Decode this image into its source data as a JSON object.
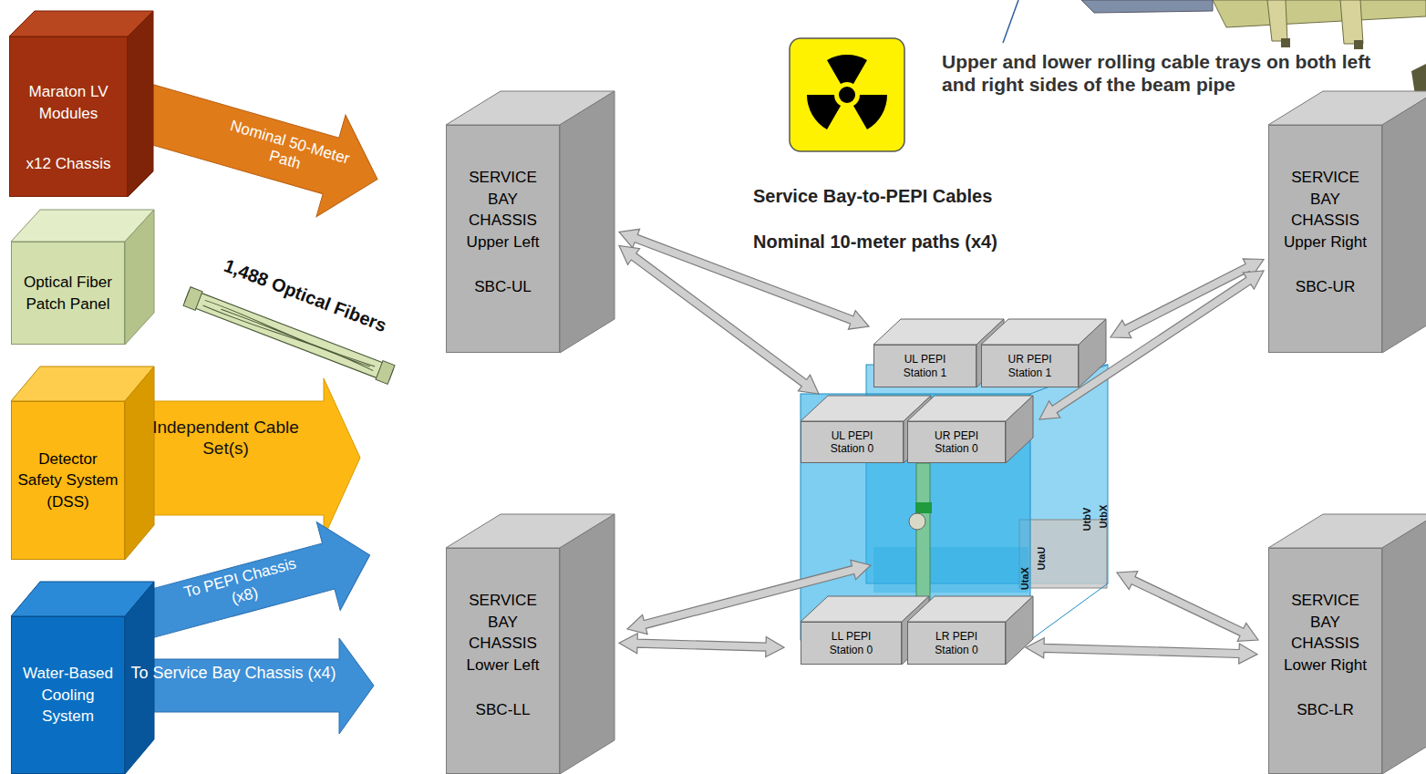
{
  "diagram": {
    "nodes": [
      {
        "text": [
          "Maraton LV Modules",
          "x12 Chassis"
        ]
      },
      {
        "text": [
          "Optical Fiber Patch Panel"
        ]
      },
      {
        "text": [
          "Detector Safety System (DSS)"
        ]
      },
      {
        "text": [
          "Water-Based Cooling System"
        ]
      },
      {
        "text": [
          "SERVICE BAY CHASSIS Upper Left",
          "SBC-UL"
        ]
      },
      {
        "text": [
          "SERVICE BAY CHASSIS Lower Left",
          "SBC-LL"
        ]
      },
      {
        "text": [
          "SERVICE BAY CHASSIS Upper Right",
          "SBC-UR"
        ]
      },
      {
        "text": [
          "SERVICE BAY CHASSIS Lower Right",
          "SBC-LR"
        ]
      },
      {
        "text": [
          "UL PEPI Station 1"
        ]
      },
      {
        "text": [
          "UR PEPI Station 1"
        ]
      },
      {
        "text": [
          "UL PEPI Station 0"
        ]
      },
      {
        "text": [
          "UR PEPI Station 0"
        ]
      },
      {
        "text": [
          "LL PEPI Station 0"
        ]
      },
      {
        "text": [
          "LR PEPI Station 0"
        ]
      }
    ],
    "edges": [
      {
        "from": 4,
        "to": 8,
        "arrow": "both"
      },
      {
        "from": 4,
        "to": 10,
        "arrow": "both"
      },
      {
        "from": 6,
        "to": 9,
        "arrow": "both"
      },
      {
        "from": 6,
        "to": 11,
        "arrow": "both"
      },
      {
        "from": 5,
        "to": 12,
        "arrow": "both"
      },
      {
        "from": 7,
        "to": 13,
        "arrow": "both"
      }
    ],
    "labels": [
      "Upper and lower rolling cable trays on both left and right sides of the beam pipe",
      "Service Bay-to-PEPI Cables",
      "Nominal 10-meter paths (x4)",
      "Nominal 50-Meter Path",
      "1,488 Optical Fibers",
      "Independent Cable Set(s)",
      "To PEPI Chassis (x8)",
      "To Service Bay Chassis (x4)",
      "UtbV",
      "UtbX",
      "UtaX",
      "UtaU"
    ]
  }
}
